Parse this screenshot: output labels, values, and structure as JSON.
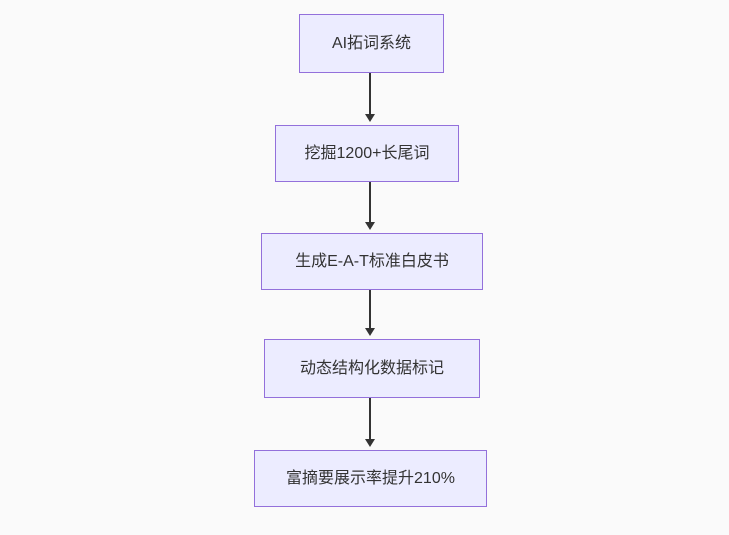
{
  "diagram": {
    "type": "flowchart",
    "direction": "top-down",
    "colors": {
      "background": "#fafafa",
      "node_fill": "#ECECFF",
      "node_border": "#9370DB",
      "text": "#333333",
      "arrow": "#333333"
    },
    "nodes": [
      {
        "id": "node-1",
        "label": "AI拓词系统"
      },
      {
        "id": "node-2",
        "label": "挖掘1200+长尾词"
      },
      {
        "id": "node-3",
        "label": "生成E-A-T标准白皮书"
      },
      {
        "id": "node-4",
        "label": "动态结构化数据标记"
      },
      {
        "id": "node-5",
        "label": "富摘要展示率提升210%"
      }
    ],
    "edges": [
      {
        "from": "node-1",
        "to": "node-2"
      },
      {
        "from": "node-2",
        "to": "node-3"
      },
      {
        "from": "node-3",
        "to": "node-4"
      },
      {
        "from": "node-4",
        "to": "node-5"
      }
    ]
  }
}
